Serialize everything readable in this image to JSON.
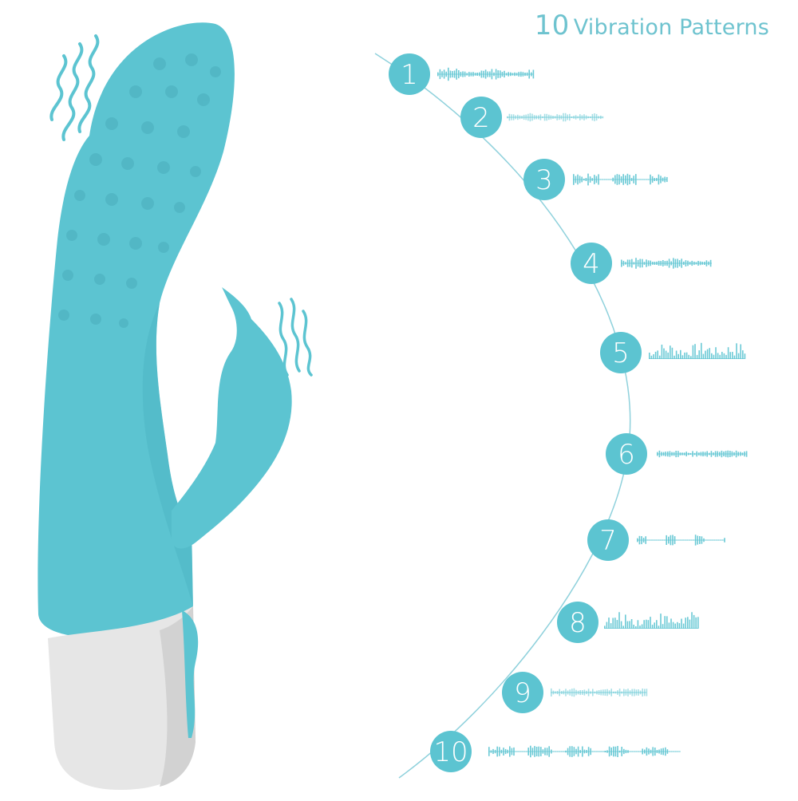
{
  "header": {
    "number": "10",
    "text": "Vibration Patterns"
  },
  "colors": {
    "accent": "#5cc4d1",
    "accent_dark": "#3fb0bf",
    "arc": "#8fd1dc",
    "handle": "#e5e5e5"
  },
  "patterns": [
    {
      "label": "1",
      "style": "dense"
    },
    {
      "label": "2",
      "style": "faint"
    },
    {
      "label": "3",
      "style": "bars"
    },
    {
      "label": "4",
      "style": "dense"
    },
    {
      "label": "5",
      "style": "mountain"
    },
    {
      "label": "6",
      "style": "low"
    },
    {
      "label": "7",
      "style": "sparse"
    },
    {
      "label": "8",
      "style": "mountain"
    },
    {
      "label": "9",
      "style": "faint"
    },
    {
      "label": "10",
      "style": "bars"
    }
  ]
}
